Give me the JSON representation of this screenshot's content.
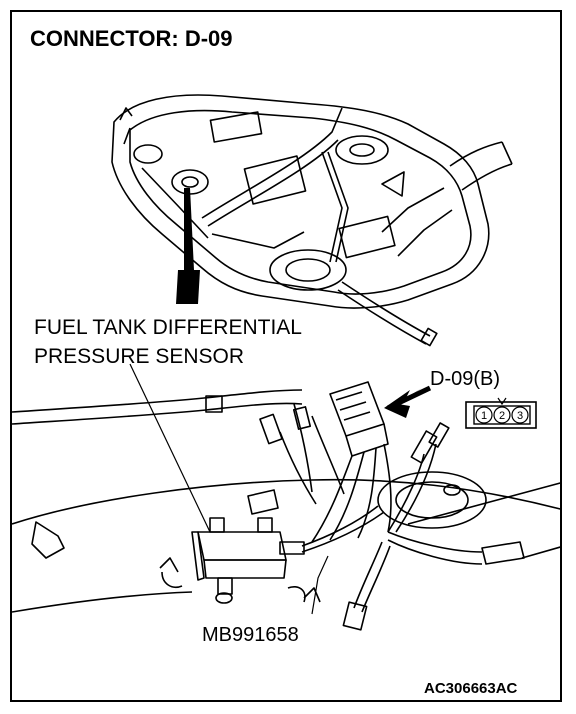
{
  "title": "CONNECTOR: D-09",
  "sensor_label": {
    "line1": "FUEL TANK DIFFERENTIAL",
    "line2": "PRESSURE SENSOR"
  },
  "connector_label": "D-09(B)",
  "connector_pins": [
    "1",
    "2",
    "3"
  ],
  "tool_label": "MB991658",
  "figure_code": "AC306663AC"
}
